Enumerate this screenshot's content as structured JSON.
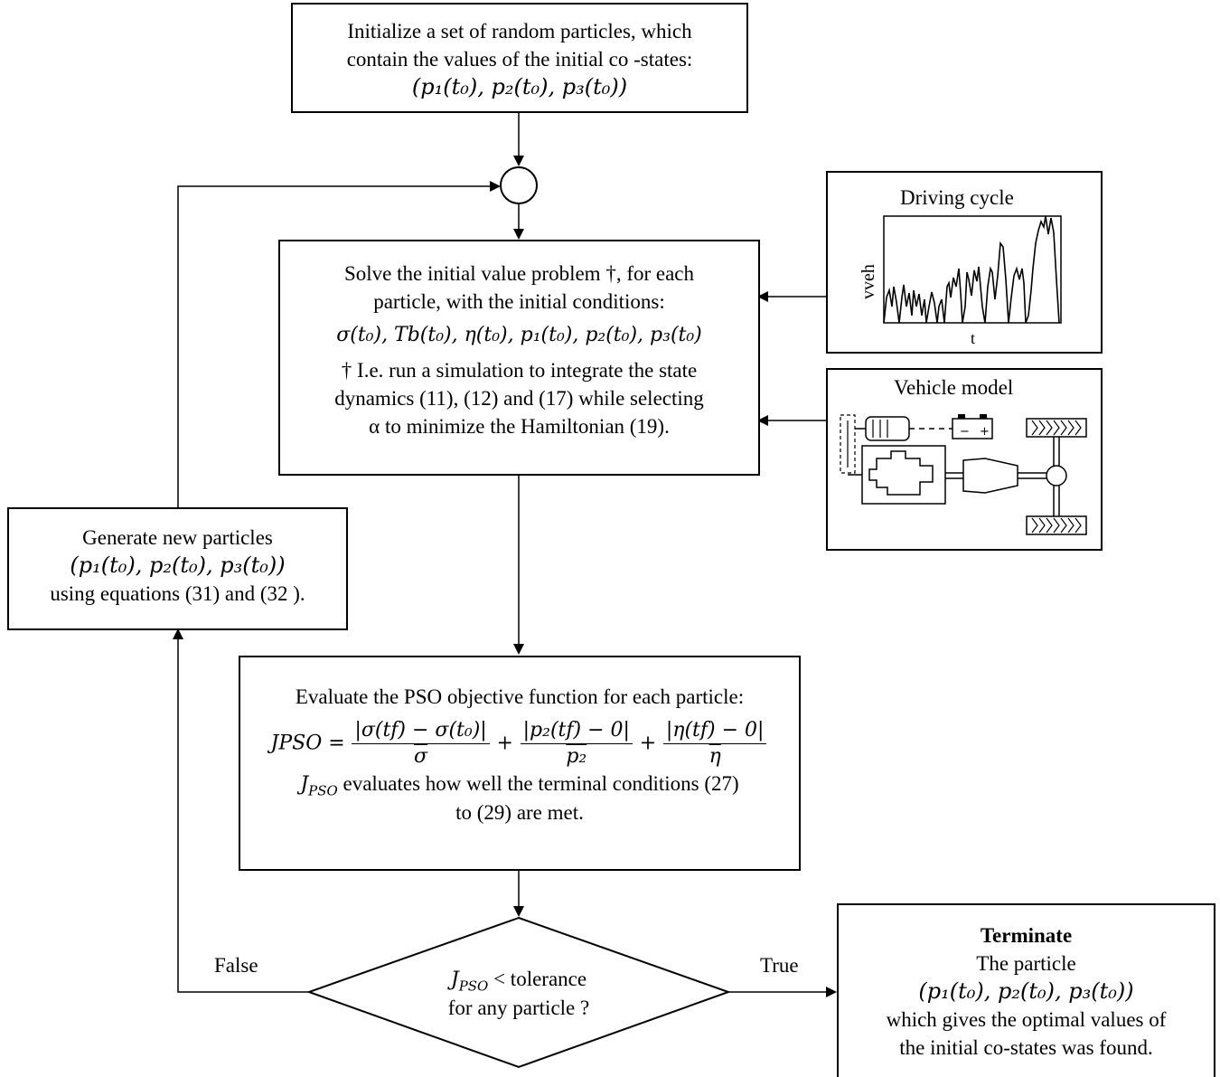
{
  "init_box": {
    "line1": "Initialize a set of random particles, which",
    "line2": "contain the values of the initial co -states:",
    "formula": "(p₁(t₀), p₂(t₀), p₃(t₀))"
  },
  "ivp_box": {
    "line1": "Solve the initial value problem †, for each",
    "line2": "particle, with the initial conditions:",
    "formula": "σ(t₀), Tb(t₀), η(t₀), p₁(t₀), p₂(t₀), p₃(t₀)",
    "note1": "† I.e. run a simulation to integrate the state",
    "note2": "dynamics (11), (12) and (17) while selecting",
    "note3": "α to minimize the Hamiltonian (19)."
  },
  "driving_cycle": {
    "title": "Driving cycle",
    "ylabel": "vveh",
    "xlabel": "t"
  },
  "vehicle_model": {
    "title": "Vehicle model"
  },
  "generate_box": {
    "line1": "Generate new particles",
    "formula": "(p₁(t₀), p₂(t₀), p₃(t₀))",
    "line3": "using equations (31) and (32 )."
  },
  "evaluate_box": {
    "line1": "Evaluate the PSO objective function for each particle:",
    "formula_lhs": "JPSO =",
    "term1_num": "|σ(tf) − σ(t₀)|",
    "term1_den": "σ",
    "term2_num": "|p₂(tf) − 0|",
    "term2_den": "p₂",
    "term3_num": "|η(tf) − 0|",
    "term3_den": "η",
    "line3": "evaluates how well the terminal conditions (27)",
    "line4": "to (29) are met."
  },
  "decision": {
    "line1": "< tolerance",
    "line2": "for any particle ?",
    "false_label": "False",
    "true_label": "True"
  },
  "terminate_box": {
    "title": "Terminate",
    "line1": "The particle",
    "formula": "(p₁(t₀), p₂(t₀), p₃(t₀))",
    "line3": "which gives the optimal values of",
    "line4": "the initial co-states was found."
  }
}
